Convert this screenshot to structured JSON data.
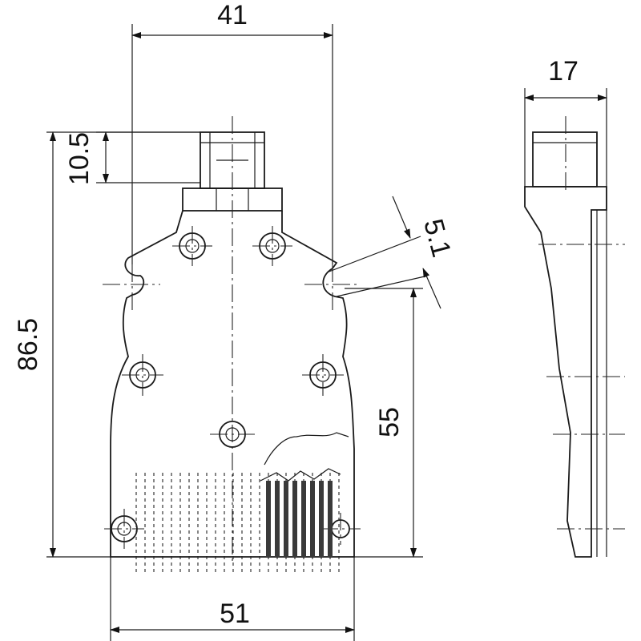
{
  "dimensions": {
    "top_width": "41",
    "side_depth": "17",
    "cable_clamp_height": "10.5",
    "total_height": "86.5",
    "slot_width": "5.1",
    "mount_pitch": "55",
    "bottom_width": "51"
  }
}
